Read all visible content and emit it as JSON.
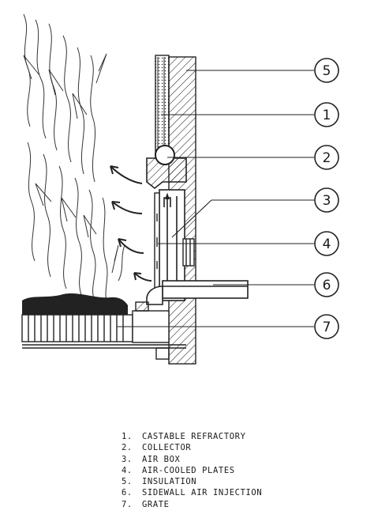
{
  "callouts": [
    {
      "number": "5",
      "target": "insulation"
    },
    {
      "number": "1",
      "target": "castable-refractory"
    },
    {
      "number": "2",
      "target": "collector"
    },
    {
      "number": "3",
      "target": "air-box"
    },
    {
      "number": "4",
      "target": "air-cooled-plates"
    },
    {
      "number": "6",
      "target": "sidewall-air-injection"
    },
    {
      "number": "7",
      "target": "grate"
    }
  ],
  "legend": [
    {
      "num": "1.",
      "text": "CASTABLE REFRACTORY"
    },
    {
      "num": "2.",
      "text": "COLLECTOR"
    },
    {
      "num": "3.",
      "text": "AIR BOX"
    },
    {
      "num": "4.",
      "text": "AIR-COOLED PLATES"
    },
    {
      "num": "5.",
      "text": "INSULATION"
    },
    {
      "num": "6.",
      "text": "SIDEWALL AIR INJECTION"
    },
    {
      "num": "7.",
      "text": "GRATE"
    }
  ]
}
